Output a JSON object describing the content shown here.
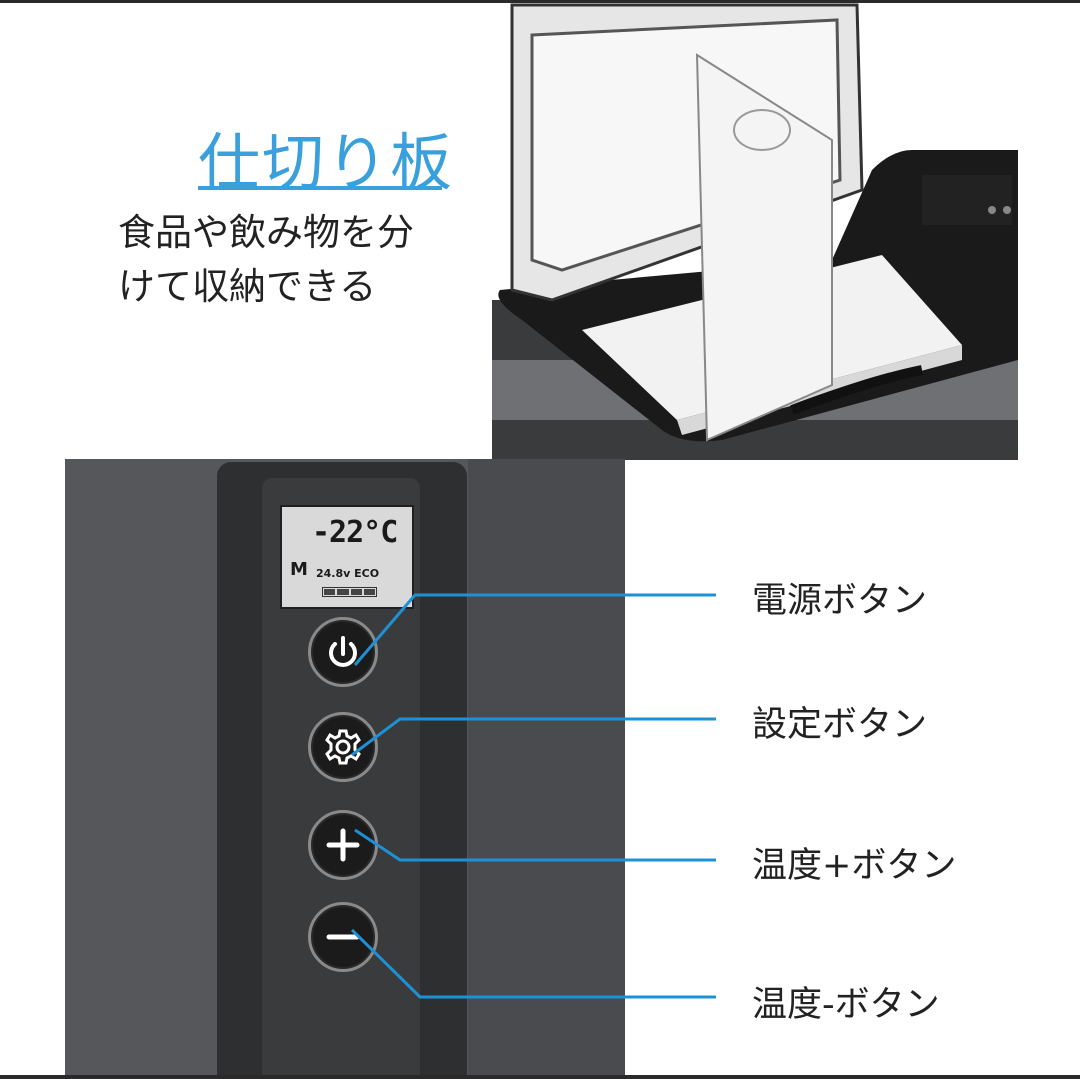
{
  "partition": {
    "title": "仕切り板",
    "description_line1": "食品や飲み物を分",
    "description_line2": "けて収納できる"
  },
  "display": {
    "temperature": "-22°C",
    "mode": "M",
    "info": "24.8v ECO"
  },
  "buttons": {
    "power_label": "電源ボタン",
    "settings_label": "設定ボタン",
    "temp_up_label": "温度+ボタン",
    "temp_down_label": "温度-ボタン"
  },
  "colors": {
    "accent": "#39a0dc",
    "callout_line": "#1e90d6"
  },
  "icons": [
    "power-icon",
    "gear-icon",
    "plus-icon",
    "minus-icon"
  ]
}
